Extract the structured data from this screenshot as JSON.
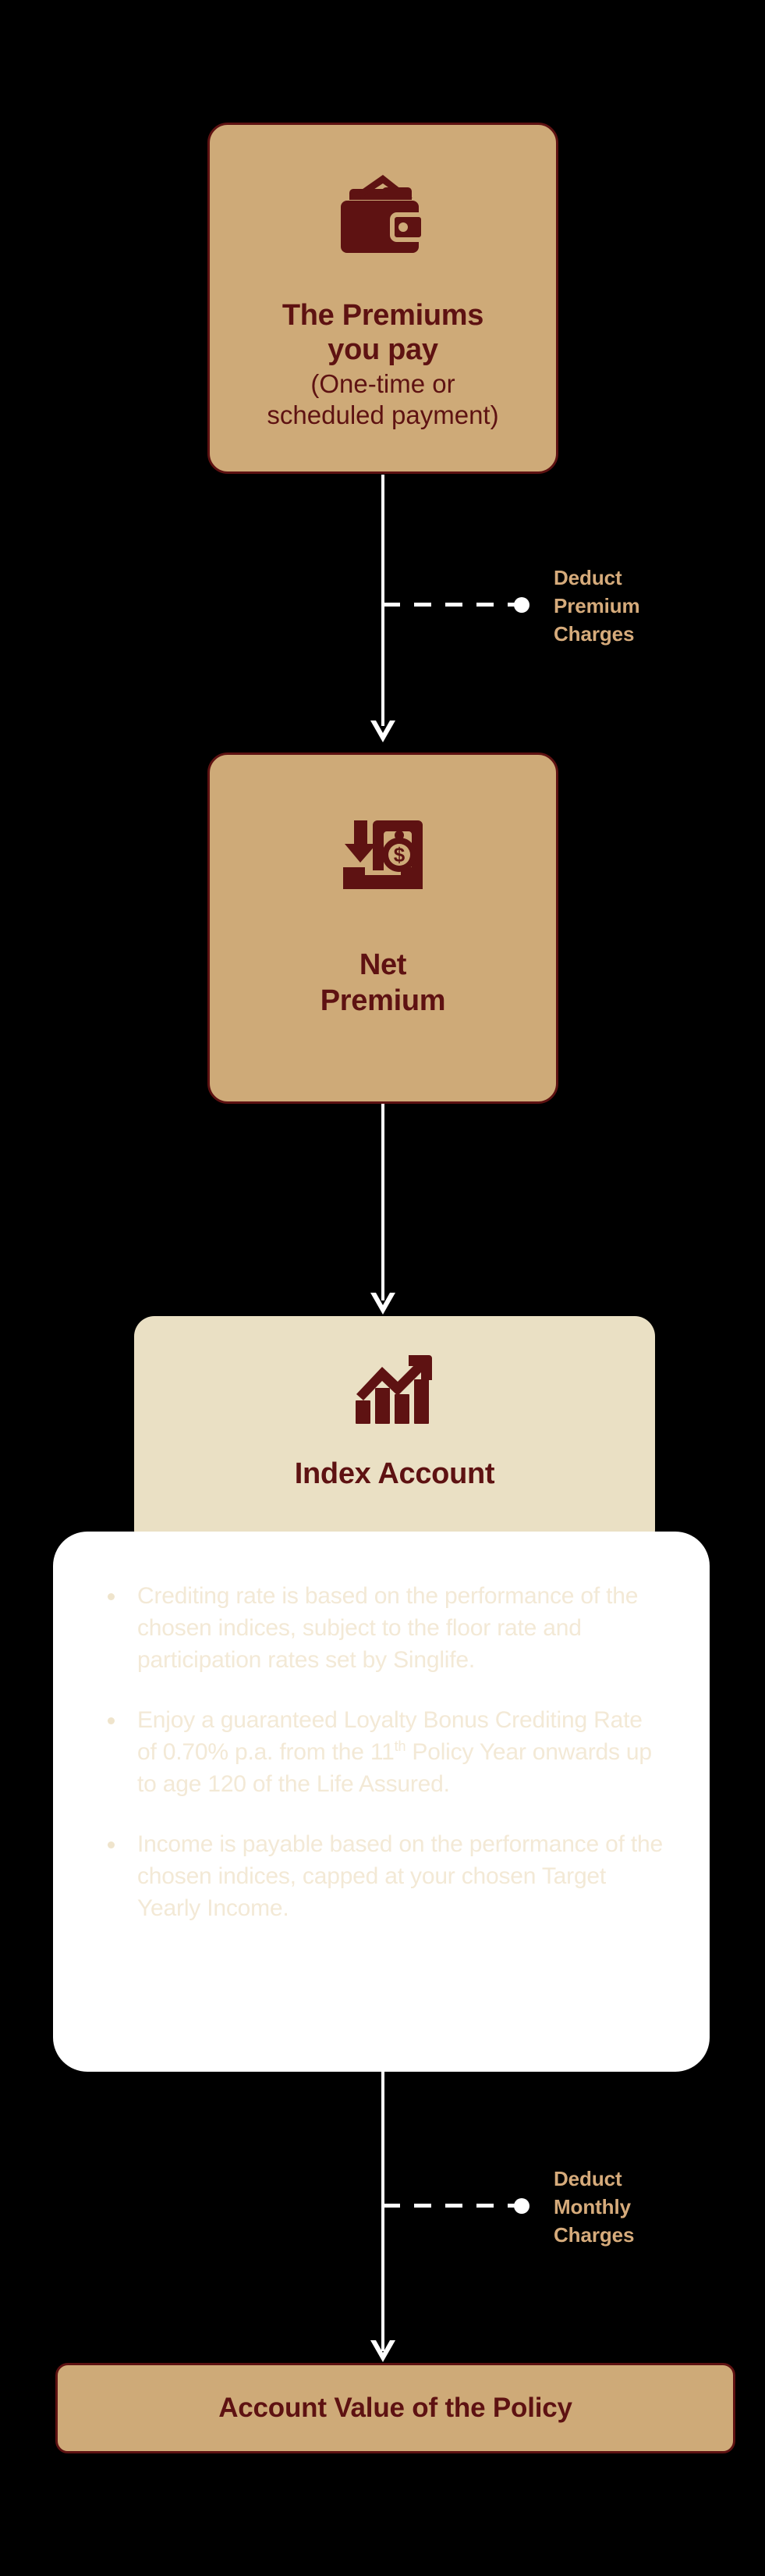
{
  "theme": {
    "background": "#000000",
    "card_fill": "#CEAA78",
    "card_border": "#5E1212",
    "card_fill_light": "#EAE0C4",
    "panel_fill": "#FFFFFF",
    "panel_text": "#F3E9D6",
    "accent_text": "#5E1212",
    "branch_text": "#D6AB7B",
    "connector": "#FFFFFF"
  },
  "flow": {
    "steps": [
      {
        "id": "premium",
        "icon": "wallet-icon",
        "title": "The Premiums\nyou pay",
        "title_line1": "The Premiums",
        "title_line2": "you pay",
        "subtitle_line1": "(One-time or",
        "subtitle_line2": "scheduled payment)"
      },
      {
        "id": "net-premium",
        "icon": "money-deposit-icon",
        "title_line1": "Net",
        "title_line2": "Premium"
      },
      {
        "id": "index-account",
        "icon": "growth-chart-icon",
        "title": "Index Account"
      }
    ],
    "branches": [
      {
        "id": "deduct-premium-charges",
        "line1": "Deduct",
        "line2": "Premium",
        "line3": "Charges"
      },
      {
        "id": "deduct-monthly-charges",
        "line1": "Deduct",
        "line2": "Monthly",
        "line3": "Charges"
      }
    ],
    "outcome": {
      "label": "Account Value of the Policy"
    }
  },
  "info_panel": {
    "bullets": [
      {
        "text_before": "Crediting rate is based on the performance of the chosen indices, subject to the floor rate and participation rates set by Singlife.",
        "sup": "",
        "text_after": ""
      },
      {
        "text_before": "Enjoy a guaranteed Loyalty Bonus Crediting Rate of 0.70% p.a. from the 11",
        "sup": "th",
        "text_after": " Policy Year onwards up to age 120 of the Life Assured."
      },
      {
        "text_before": "Income is payable based on the performance of the chosen indices, capped at your chosen Target Yearly Income.",
        "sup": "",
        "text_after": ""
      }
    ]
  }
}
